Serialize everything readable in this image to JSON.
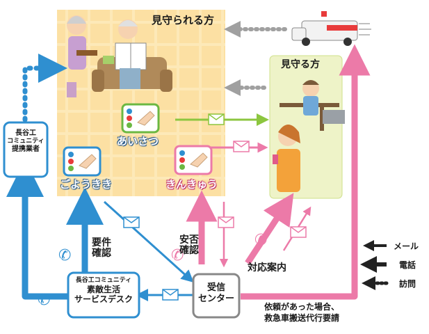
{
  "areas": {
    "watched_title": "見守られる方",
    "watcher_title": "見守る方"
  },
  "buttons": {
    "aisatsu": "あいさつ",
    "goyoukiki": "ごようきき",
    "kinkyuu": "きんきゅう"
  },
  "nodes": {
    "partner": [
      "長谷工",
      "コミュニティ",
      "提携業者"
    ],
    "desk": [
      "長谷工コミュニティ",
      "素敵生活",
      "サービスデスク"
    ],
    "center": [
      "受信",
      "センター"
    ]
  },
  "flow_labels": {
    "youken": [
      "要件",
      "確認"
    ],
    "anpi": [
      "安否",
      "確認"
    ],
    "taiou": "対応案内",
    "request": [
      "依頼があった場合、",
      "救急車搬送代行要請"
    ]
  },
  "legend": {
    "mail": "メール",
    "phone": "電話",
    "visit": "訪問"
  },
  "colors": {
    "blue": "#2f8fd0",
    "pink": "#ec7aa8",
    "green": "#8cc63f",
    "gray": "#a0a0a0",
    "watched_bg": "#fde9b8",
    "watcher_bg": "#eef3c8"
  }
}
